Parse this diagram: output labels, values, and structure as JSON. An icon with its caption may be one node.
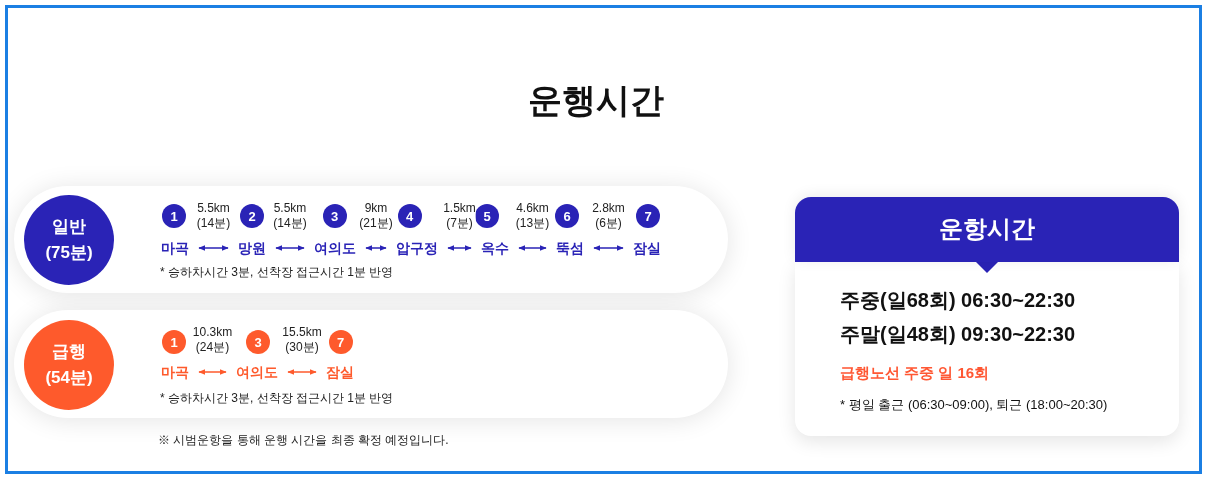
{
  "diagram": {
    "title": "운행시간",
    "nodes": [
      {
        "text": [
          "* 승하차시간 3분, 선착장 접근시간 1분 반영"
        ]
      },
      {
        "text": [
          "일반 (75분)"
        ],
        "in": 0
      },
      {
        "text": [
          "1"
        ],
        "in": 0
      },
      {
        "text": [
          "2"
        ],
        "in": 0
      },
      {
        "text": [
          "3"
        ],
        "in": 0
      },
      {
        "text": [
          "4"
        ],
        "in": 0
      },
      {
        "text": [
          "5"
        ],
        "in": 0
      },
      {
        "text": [
          "6"
        ],
        "in": 0
      },
      {
        "text": [
          "7"
        ],
        "in": 0
      },
      {
        "text": [
          "마곡"
        ],
        "in": 0
      },
      {
        "text": [
          "망원"
        ],
        "in": 0
      },
      {
        "text": [
          "여의도"
        ],
        "in": 0
      },
      {
        "text": [
          "압구정"
        ],
        "in": 0
      },
      {
        "text": [
          "옥수"
        ],
        "in": 0
      },
      {
        "text": [
          "뚝섬"
        ],
        "in": 0
      },
      {
        "text": [
          "잠실"
        ],
        "in": 0
      },
      {
        "text": [
          "* 승하차시간 3분, 선착장 접근시간 1분 반영"
        ]
      },
      {
        "text": [
          "급행 (54분)"
        ],
        "in": 16
      },
      {
        "text": [
          "1"
        ],
        "in": 16
      },
      {
        "text": [
          "3"
        ],
        "in": 16
      },
      {
        "text": [
          "7"
        ],
        "in": 16
      },
      {
        "text": [
          "마곡"
        ],
        "in": 16
      },
      {
        "text": [
          "여의도"
        ],
        "in": 16
      },
      {
        "text": [
          "잠실"
        ],
        "in": 16
      },
      {
        "text": [
          "운항시간"
        ]
      },
      {
        "text": [
          "주중(일68회) 06:30~22:30",
          "주말(일48회) 09:30~22:30",
          "급행노선 주중 일 16회",
          "* 평일 출근 (06:30~09:00), 퇴근 (18:00~20:30)"
        ]
      }
    ],
    "edges": [
      {
        "from": 9,
        "to": 10,
        "arrow": "both",
        "label": "5.5km (14분)"
      },
      {
        "from": 10,
        "to": 11,
        "arrow": "both",
        "label": "5.5km (14분)"
      },
      {
        "from": 11,
        "to": 12,
        "arrow": "both",
        "label": "9km (21분)"
      },
      {
        "from": 12,
        "to": 13,
        "arrow": "both",
        "label": "1.5km (7분)"
      },
      {
        "from": 13,
        "to": 14,
        "arrow": "both",
        "label": "4.6km (13분)"
      },
      {
        "from": 14,
        "to": 15,
        "arrow": "both",
        "label": "2.8km (6분)"
      },
      {
        "from": 21,
        "to": 22,
        "arrow": "both",
        "label": "10.3km (24분)",
        "color": "#fe5a2c"
      },
      {
        "from": 22,
        "to": 23,
        "arrow": "both",
        "label": "15.5km (30분)",
        "color": "#fe5a2c"
      }
    ],
    "labels": [
      "※ 시범운항을 통해 운행 시간을 최종 확정 예정입니다."
    ]
  }
}
